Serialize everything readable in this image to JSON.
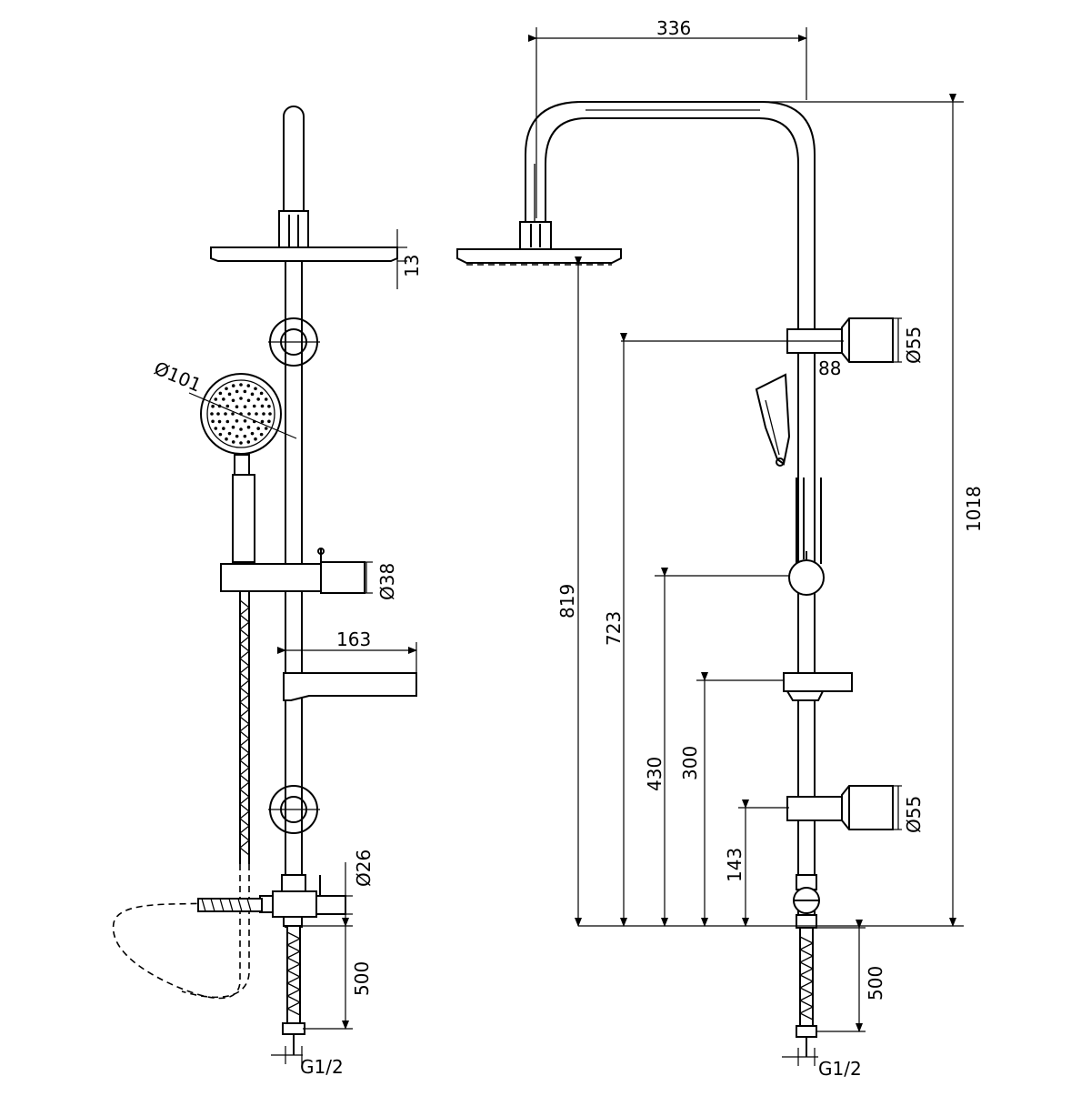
{
  "drawing": {
    "side_view": {
      "labels": {
        "head_thickness": "13",
        "hand_shower_diameter": "Ø101",
        "slider_diameter": "Ø38",
        "shelf_length": "163",
        "diverter_diameter": "Ø26",
        "inlet_hose_length": "500",
        "inlet_thread": "G1/2"
      }
    },
    "front_view": {
      "labels": {
        "arm_reach": "336",
        "total_height": "1018",
        "head_height": "819",
        "upper_bracket_height": "723",
        "upper_bracket_projection": "88",
        "upper_bracket_diameter": "Ø55",
        "slider_height": "430",
        "shelf_height": "300",
        "lower_bracket_height": "143",
        "lower_bracket_diameter": "Ø55",
        "inlet_hose_length": "500",
        "inlet_thread": "G1/2"
      }
    }
  }
}
